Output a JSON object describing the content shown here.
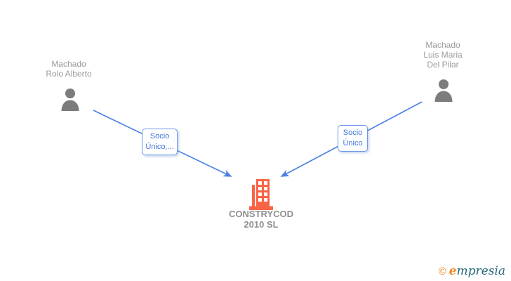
{
  "diagram": {
    "people": [
      {
        "id": "person-left",
        "name_lines": [
          "Machado",
          "Rolo Alberto"
        ]
      },
      {
        "id": "person-right",
        "name_lines": [
          "Machado",
          "Luis Maria",
          "Del Pilar"
        ]
      }
    ],
    "company": {
      "name_lines": [
        "CONSTRYCOD",
        "2010 SL"
      ]
    },
    "edges": [
      {
        "from": "person-left",
        "to": "company",
        "label_lines": [
          "Socio",
          "Único,..."
        ]
      },
      {
        "from": "person-right",
        "to": "company",
        "label_lines": [
          "Socio",
          "Único"
        ]
      }
    ]
  },
  "footer": {
    "copyright_symbol": "©",
    "brand_first_letter": "e",
    "brand_rest": "mpresia"
  },
  "colors": {
    "accent_blue": "#4A80E4",
    "edge_label_blue": "#3D74DB",
    "edge_label_border": "#6D99EA",
    "person_icon_gray": "#7C7C7C",
    "person_name_gray": "#9B9B9B",
    "company_orange": "#FA6446",
    "company_name_gray": "#8F8F8F",
    "logo_orange": "#F0861F",
    "logo_teal": "#256878"
  }
}
